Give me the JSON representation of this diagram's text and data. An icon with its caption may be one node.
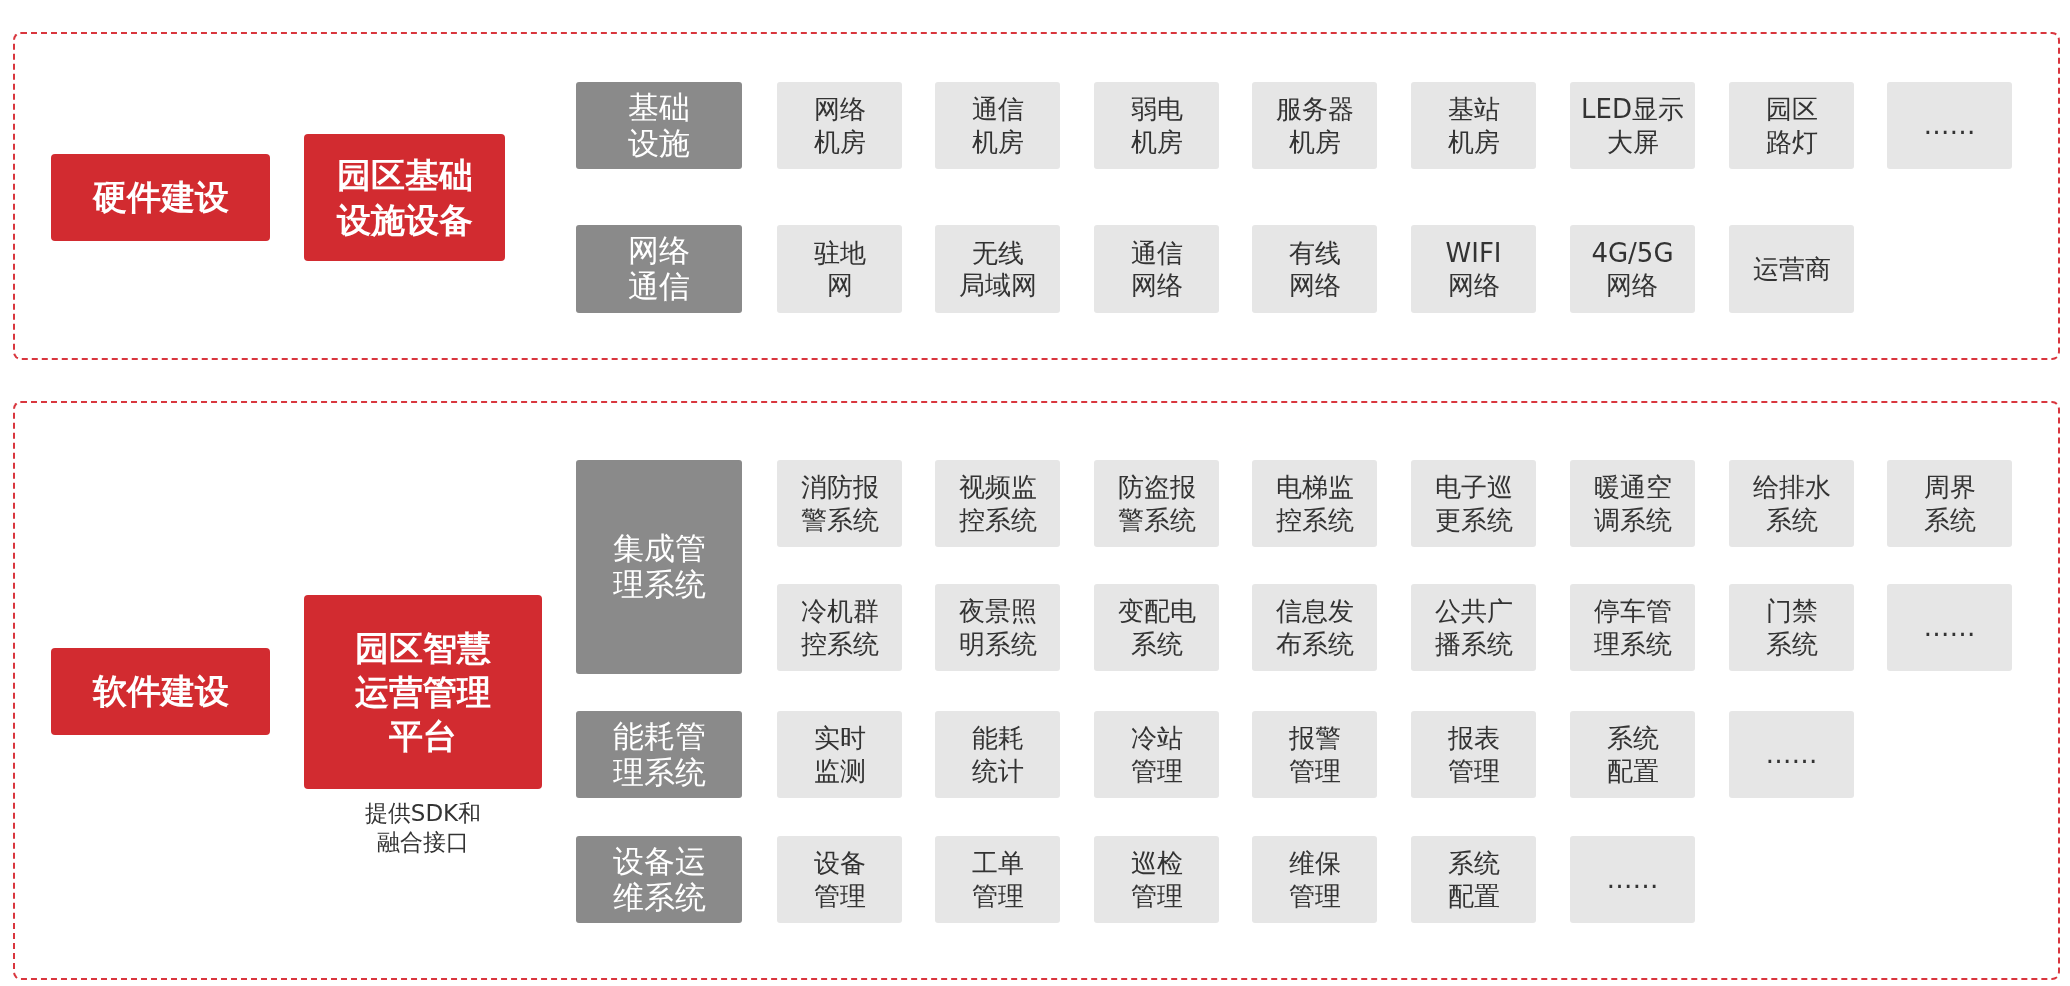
{
  "diagram": {
    "nodes": [
      {
        "text": [],
        "shape": "box"
      },
      {
        "text": [
          "硬件建设"
        ],
        "in": 0
      },
      {
        "text": [
          "园区基础设施设备"
        ],
        "in": 0
      },
      {
        "text": [
          "基础设施"
        ],
        "in": 0
      },
      {
        "text": [
          "网络机房"
        ],
        "in": 0
      },
      {
        "text": [
          "通信机房"
        ],
        "in": 0
      },
      {
        "text": [
          "弱电机房"
        ],
        "in": 0
      },
      {
        "text": [
          "服务器机房"
        ],
        "in": 0
      },
      {
        "text": [
          "基站机房"
        ],
        "in": 0
      },
      {
        "text": [
          "LED显示大屏"
        ],
        "in": 0
      },
      {
        "text": [
          "园区路灯"
        ],
        "in": 0
      },
      {
        "text": [
          "……"
        ],
        "in": 0
      },
      {
        "text": [
          "网络通信"
        ],
        "in": 0
      },
      {
        "text": [
          "驻地网"
        ],
        "in": 0
      },
      {
        "text": [
          "无线局域网"
        ],
        "in": 0
      },
      {
        "text": [
          "通信网络"
        ],
        "in": 0
      },
      {
        "text": [
          "有线网络"
        ],
        "in": 0
      },
      {
        "text": [
          "WIFI网络"
        ],
        "in": 0
      },
      {
        "text": [
          "4G/5G网络"
        ],
        "in": 0
      },
      {
        "text": [
          "运营商"
        ],
        "in": 0
      },
      {
        "text": [],
        "shape": "box"
      },
      {
        "text": [
          "软件建设"
        ],
        "in": 20
      },
      {
        "text": [
          "园区智慧运营管理平台"
        ],
        "beside": [
          "提供SDK和融合接口"
        ],
        "in": 20
      },
      {
        "text": [
          "集成管理系统"
        ],
        "in": 20
      },
      {
        "text": [
          "消防报警系统"
        ],
        "in": 20
      },
      {
        "text": [
          "视频监控系统"
        ],
        "in": 20
      },
      {
        "text": [
          "防盗报警系统"
        ],
        "in": 20
      },
      {
        "text": [
          "电梯监控系统"
        ],
        "in": 20
      },
      {
        "text": [
          "电子巡更系统"
        ],
        "in": 20
      },
      {
        "text": [
          "暖通空调系统"
        ],
        "in": 20
      },
      {
        "text": [
          "给排水系统"
        ],
        "in": 20
      },
      {
        "text": [
          "周界系统"
        ],
        "in": 20
      },
      {
        "text": [
          "冷机群控系统"
        ],
        "in": 20
      },
      {
        "text": [
          "夜景照明系统"
        ],
        "in": 20
      },
      {
        "text": [
          "变配电系统"
        ],
        "in": 20
      },
      {
        "text": [
          "信息发布系统"
        ],
        "in": 20
      },
      {
        "text": [
          "公共广播系统"
        ],
        "in": 20
      },
      {
        "text": [
          "停车管理系统"
        ],
        "in": 20
      },
      {
        "text": [
          "门禁系统"
        ],
        "in": 20
      },
      {
        "text": [
          "……"
        ],
        "in": 20
      },
      {
        "text": [
          "能耗管理系统"
        ],
        "in": 20
      },
      {
        "text": [
          "实时监测"
        ],
        "in": 20
      },
      {
        "text": [
          "能耗统计"
        ],
        "in": 20
      },
      {
        "text": [
          "冷站管理"
        ],
        "in": 20
      },
      {
        "text": [
          "报警管理"
        ],
        "in": 20
      },
      {
        "text": [
          "报表管理"
        ],
        "in": 20
      },
      {
        "text": [
          "系统配置"
        ],
        "in": 20
      },
      {
        "text": [
          "……"
        ],
        "in": 20
      },
      {
        "text": [
          "设备运维系统"
        ],
        "in": 20
      },
      {
        "text": [
          "设备管理"
        ],
        "in": 20
      },
      {
        "text": [
          "工单管理"
        ],
        "in": 20
      },
      {
        "text": [
          "巡检管理"
        ],
        "in": 20
      },
      {
        "text": [
          "维保管理"
        ],
        "in": 20
      },
      {
        "text": [
          "系统配置"
        ],
        "in": 20
      },
      {
        "text": [
          "……"
        ],
        "in": 20
      }
    ]
  }
}
